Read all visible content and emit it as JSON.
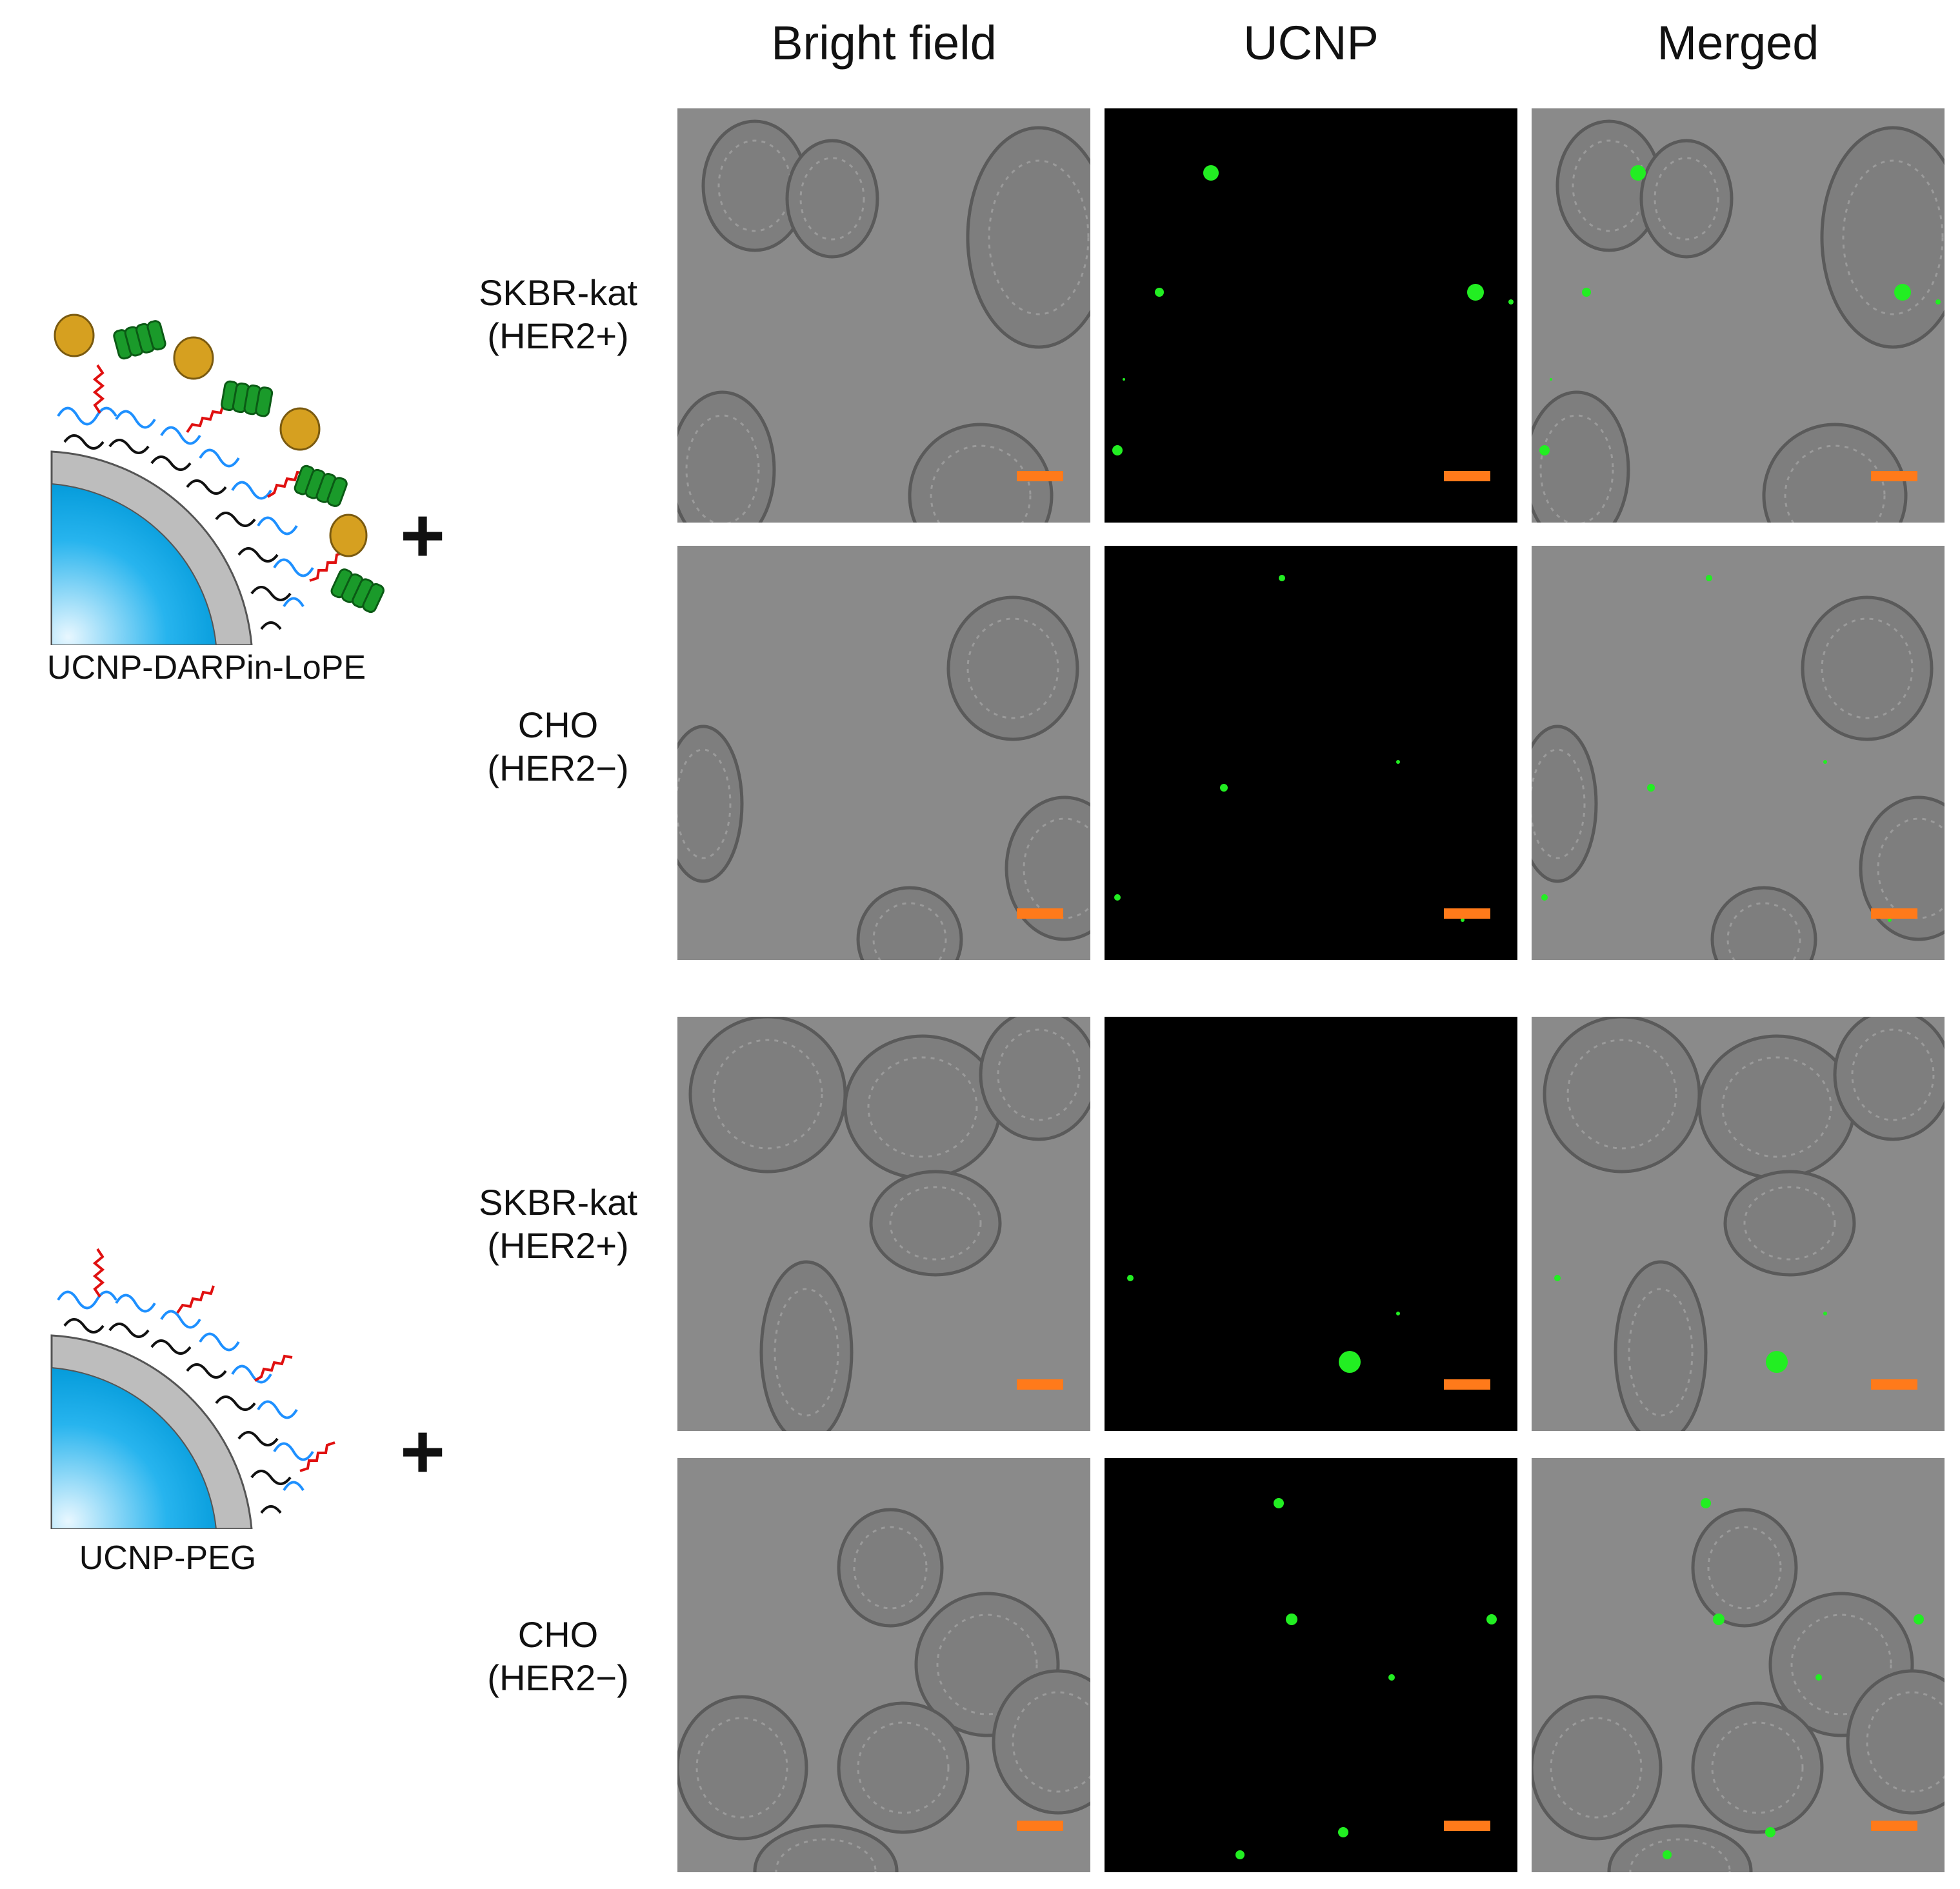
{
  "columns": [
    "Bright field",
    "UCNP",
    "Merged"
  ],
  "nanoparticles": [
    {
      "name": "UCNP-DARPin-LoPE"
    },
    {
      "name": "UCNP-PEG"
    }
  ],
  "plus_sign": "+",
  "row_labels": [
    {
      "line1": "SKBR-kat",
      "line2": "(HER2+)"
    },
    {
      "line1": "CHO",
      "line2": "(HER2−)"
    },
    {
      "line1": "SKBR-kat",
      "line2": "(HER2+)"
    },
    {
      "line1": "CHO",
      "line2": "(HER2−)"
    }
  ],
  "colors": {
    "bright_field_bg": "#8a8a8a",
    "ucnp_bg": "#000000",
    "ucnp_spot": "#22ee22",
    "scale_bar": "#ff7a1a",
    "core_blue": "#00aeef",
    "shell_gray": "#bdbdbd",
    "peg_red": "#e01010",
    "ligand_blue": "#1e90ff",
    "darpin_green": "#1a9a2a",
    "protein_gold": "#d6a020"
  }
}
